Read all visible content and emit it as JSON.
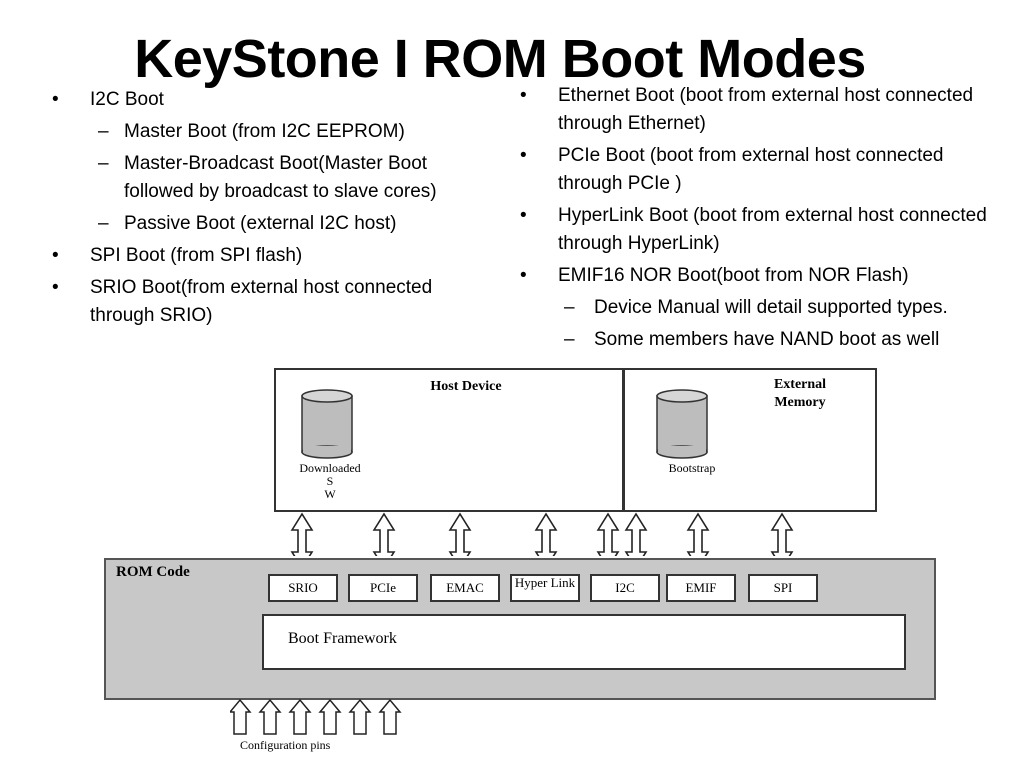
{
  "title": "KeyStone I ROM Boot Modes",
  "left_column": {
    "i2c": "I2C Boot",
    "i2c_sub": [
      "Master Boot (from I2C EEPROM)",
      "Master-Broadcast Boot(Master Boot followed by broadcast to slave cores)",
      "Passive Boot (external I2C host)"
    ],
    "spi": "SPI Boot (from SPI flash)",
    "srio": "SRIO Boot(from external host connected through SRIO)"
  },
  "right_column": {
    "ethernet": "Ethernet Boot (boot from external host connected through Ethernet)",
    "pcie": "PCIe Boot (boot from external host connected through PCIe )",
    "hyperlink": "HyperLink Boot (boot from external host connected through HyperLink)",
    "emif16": "EMIF16 NOR Boot(boot from NOR Flash)",
    "emif16_sub": [
      "Device Manual will detail supported types.",
      "Some members have NAND boot as well"
    ]
  },
  "diagram": {
    "host_device_label": "Host Device",
    "downloaded_sw_label_line1": "Downloaded",
    "downloaded_sw_label_line2": "S",
    "downloaded_sw_label_line3": "W",
    "external_memory_label_line1": "External",
    "external_memory_label_line2": "Memory",
    "bootstrap_label": "Bootstrap",
    "rom_code_label": "ROM Code",
    "interfaces": [
      "SRIO",
      "PCIe",
      "EMAC",
      "Hyper Link",
      "I2C",
      "EMIF",
      "SPI"
    ],
    "boot_framework_label": "Boot Framework",
    "configuration_pins_label": "Configuration pins",
    "cylinder_color": "#bdbdbd",
    "rom_bg_color": "#c8c8c8"
  }
}
